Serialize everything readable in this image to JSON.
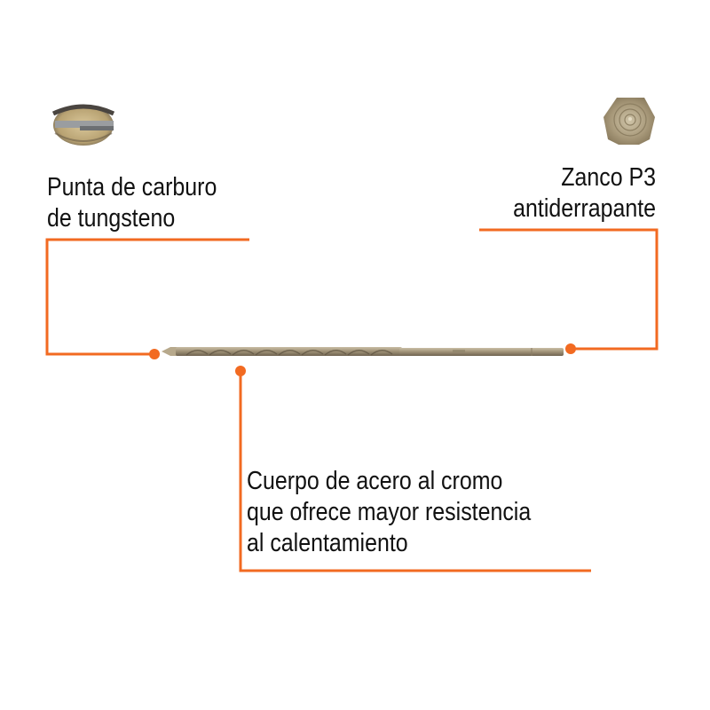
{
  "colors": {
    "accent": "#f26a21",
    "text": "#111111",
    "background": "#ffffff",
    "bit_metal": "#a89a7e",
    "bit_metal_dark": "#7a6d57"
  },
  "callouts": {
    "tip": {
      "icon": "carbide-tip-thumbnail-icon",
      "lines": [
        "Punta de carburo",
        "de tungsteno"
      ]
    },
    "shank": {
      "icon": "hex-shank-thumbnail-icon",
      "lines": [
        "Zanco P3",
        "antiderrapante"
      ]
    },
    "body": {
      "lines": [
        "Cuerpo de acero al cromo",
        "que ofrece mayor resistencia",
        "al calentamiento"
      ]
    }
  },
  "product": {
    "image": "masonry-drill-bit"
  }
}
